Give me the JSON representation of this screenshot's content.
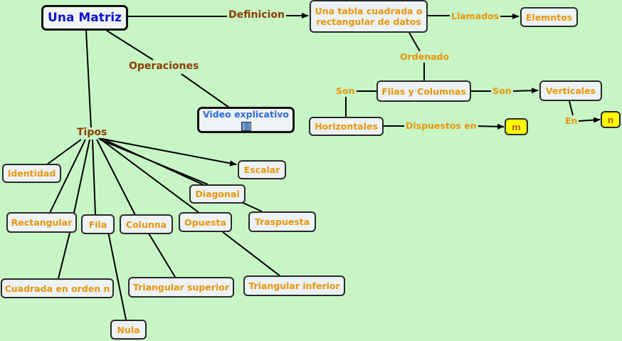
{
  "concept_map": {
    "main": "Una Matriz",
    "video": "Video explicativo",
    "video_icon": "film-icon",
    "def_box": "Una tabla cuadrada o rectangular de datos",
    "elementos": "Elemntos",
    "filas_columnas": "Filas y Columnas",
    "verticales": "Verticales",
    "horizontales": "Horizontales",
    "m": "m",
    "n": "n",
    "types": {
      "identidad": "Identidad",
      "escalar": "Escalar",
      "diagonal": "Diagonal",
      "rectangular": "Rectangular",
      "fila": "Fila",
      "columna": "Colunna",
      "opuesta": "Opuesta",
      "traspuesta": "Traspuesta",
      "cuadrada": "Cuadrada en orden n",
      "triangular_superior": "Triangular superior",
      "triangular_inferior": "Triangular inferior",
      "nula": "Nula"
    }
  },
  "link_labels": {
    "definicion": "Definicion",
    "operaciones": "Operaciones",
    "tipos": "Tipos",
    "llamados": "Llamados",
    "ordenado": "Ordenado",
    "son_left": "Son",
    "son_right": "Son",
    "en": "En",
    "dispuestos": "Dispuestos en"
  },
  "colors": {
    "background": "#c8f5c5",
    "node_fill": "#edf2f4",
    "main_text": "#1010d0",
    "concept_text": "#e8960c",
    "link_text": "#8b3e00",
    "highlight": "#ffff00",
    "video_text": "#2f6ad8"
  }
}
